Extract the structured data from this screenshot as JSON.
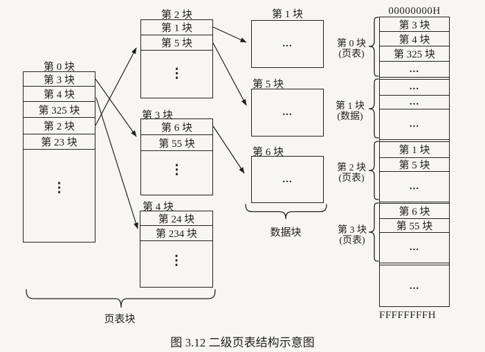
{
  "caption": "图 3.12  二级页表结构示意图",
  "level1_table": {
    "title": "第 0 块",
    "entries": [
      "第 3 块",
      "第 4 块",
      "第 325 块",
      "第 2 块",
      "第 23 块"
    ],
    "ellipsis_vertical": "⋮"
  },
  "level2_tables": {
    "brace_label": "页表块",
    "block2": {
      "title": "第 2 块",
      "entries": [
        "第 1 块",
        "第 5 块"
      ],
      "ellipsis_vertical": "⋮"
    },
    "block3": {
      "title": "第 3 块",
      "entries": [
        "第 6 块",
        "第 55 块"
      ],
      "ellipsis_vertical": "⋮"
    },
    "block4": {
      "title": "第 4 块",
      "entries": [
        "第 24 块",
        "第 234 块"
      ],
      "ellipsis_vertical": "⋮"
    }
  },
  "data_blocks": {
    "brace_label": "数据块",
    "block1": {
      "title": "第 1 块",
      "content": "..."
    },
    "block5": {
      "title": "第 5 块",
      "content": "..."
    },
    "block6": {
      "title": "第 6 块",
      "content": "..."
    }
  },
  "memory": {
    "start_address": "00000000H",
    "end_address": "FFFFFFFFH",
    "sections": [
      {
        "label": "第 0 块",
        "sublabel": "(页表)",
        "rows": [
          "第 3 块",
          "第 4 块",
          "第 325 块",
          "..."
        ]
      },
      {
        "label": "第 1 块",
        "sublabel": "(数据)",
        "rows": [
          "...",
          "...",
          "..."
        ]
      },
      {
        "label": "第 2 块",
        "sublabel": "(页表)",
        "rows": [
          "第 1 块",
          "第 5 块",
          "..."
        ]
      },
      {
        "label": "第 3 块",
        "sublabel": "(页表)",
        "rows": [
          "第 6 块",
          "第 55 块",
          "..."
        ]
      }
    ],
    "tail_row": "..."
  }
}
